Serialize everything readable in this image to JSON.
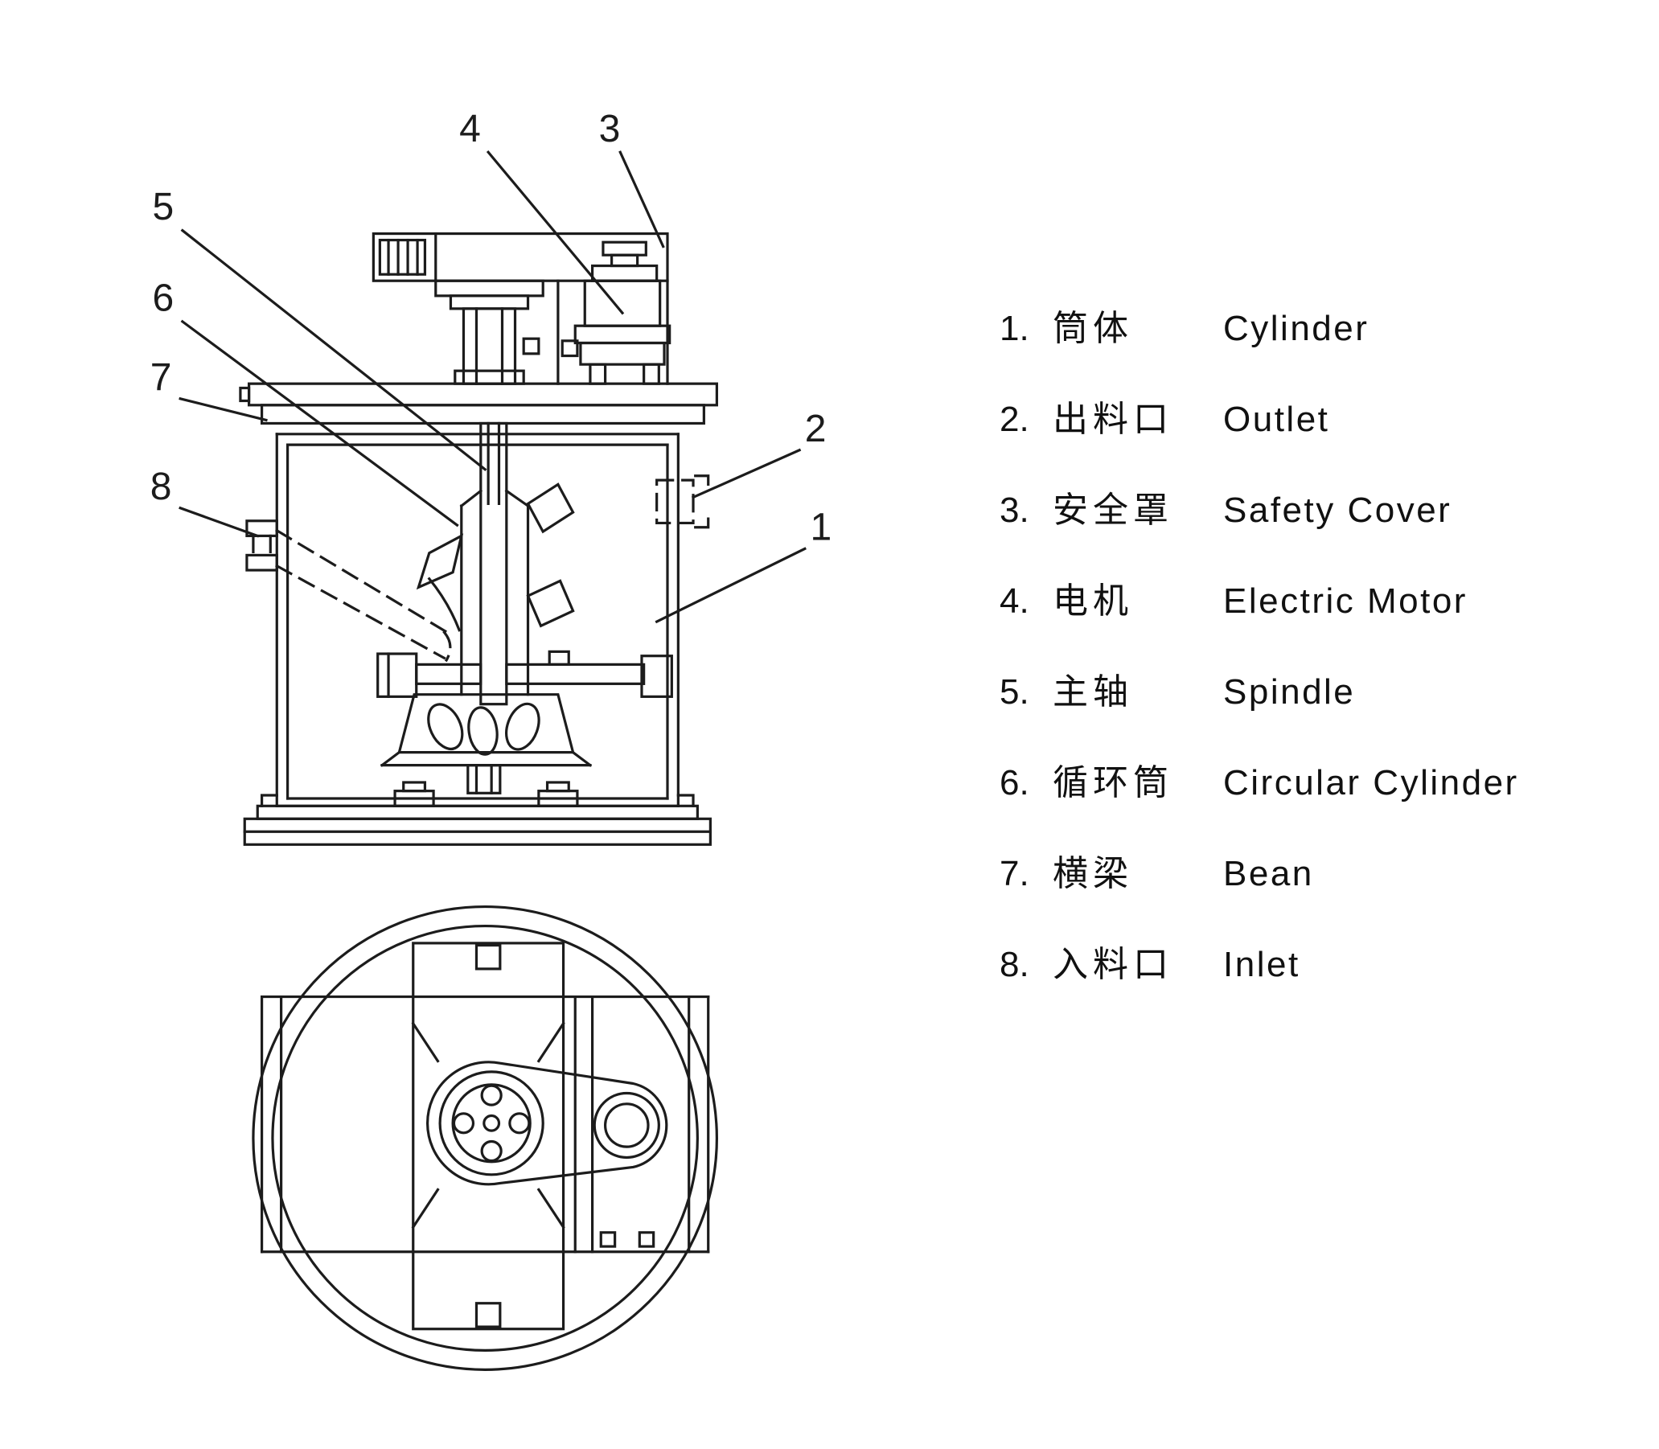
{
  "figure": {
    "colors": {
      "line": "#1c1c1c",
      "background": "#ffffff",
      "text": "#111111"
    },
    "callouts": {
      "cylinder": "1",
      "outlet": "2",
      "safety_cover": "3",
      "electric_motor": "4",
      "spindle": "5",
      "circular_cylinder": "6",
      "beam": "7",
      "inlet": "8"
    }
  },
  "legend": {
    "items": [
      {
        "num": "1.",
        "zh": "筒体",
        "en": "Cylinder"
      },
      {
        "num": "2.",
        "zh": "出料口",
        "en": "Outlet"
      },
      {
        "num": "3.",
        "zh": "安全罩",
        "en": "Safety Cover"
      },
      {
        "num": "4.",
        "zh": "电机",
        "en": "Electric Motor"
      },
      {
        "num": "5.",
        "zh": "主轴",
        "en": "Spindle"
      },
      {
        "num": "6.",
        "zh": "循环筒",
        "en": "Circular Cylinder"
      },
      {
        "num": "7.",
        "zh": "横梁",
        "en": "Bean"
      },
      {
        "num": "8.",
        "zh": "入料口",
        "en": "Inlet"
      }
    ]
  }
}
